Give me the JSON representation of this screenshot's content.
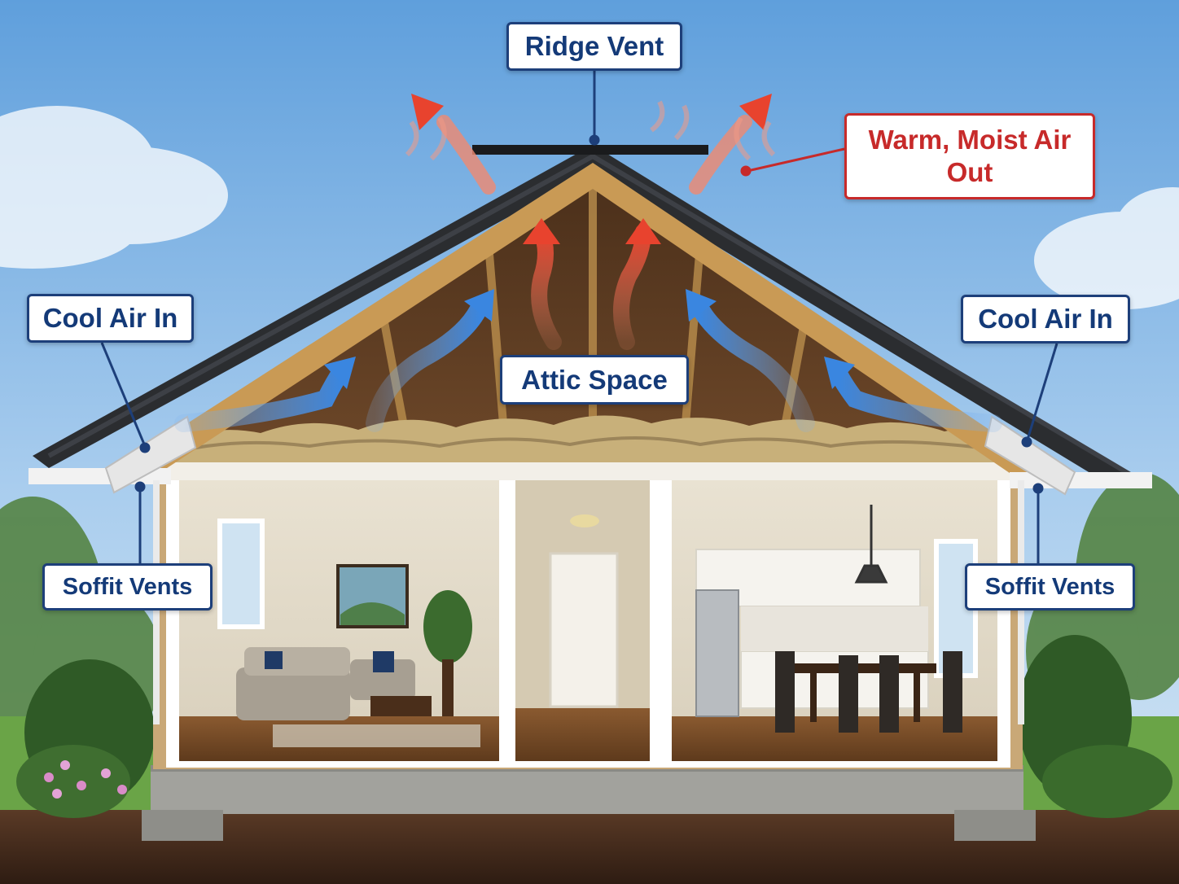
{
  "labels": {
    "ridge_vent": "Ridge Vent",
    "warm_air_out": "Warm, Moist Air Out",
    "attic_space": "Attic Space",
    "cool_air_in_left": "Cool Air In",
    "cool_air_in_right": "Cool Air In",
    "soffit_vents_left": "Soffit Vents",
    "soffit_vents_right": "Soffit Vents"
  },
  "colors": {
    "cool_air": "#3a86e0",
    "warm_air": "#e8432e",
    "label_border": "#1d3f7a",
    "label_warm_border": "#c72a2a",
    "sky": "#9cc5ea",
    "roof": "#2b2d30",
    "rafter_wood": "#c99a55",
    "insulation": "#c8b07a",
    "foundation": "#9a9a96",
    "ground": "#4a3020",
    "grass": "#5f9a3c"
  },
  "icons": {
    "cool_air_arrows": "arrow-up-right-icon",
    "warm_air_arrows": "arrow-up-icon"
  }
}
